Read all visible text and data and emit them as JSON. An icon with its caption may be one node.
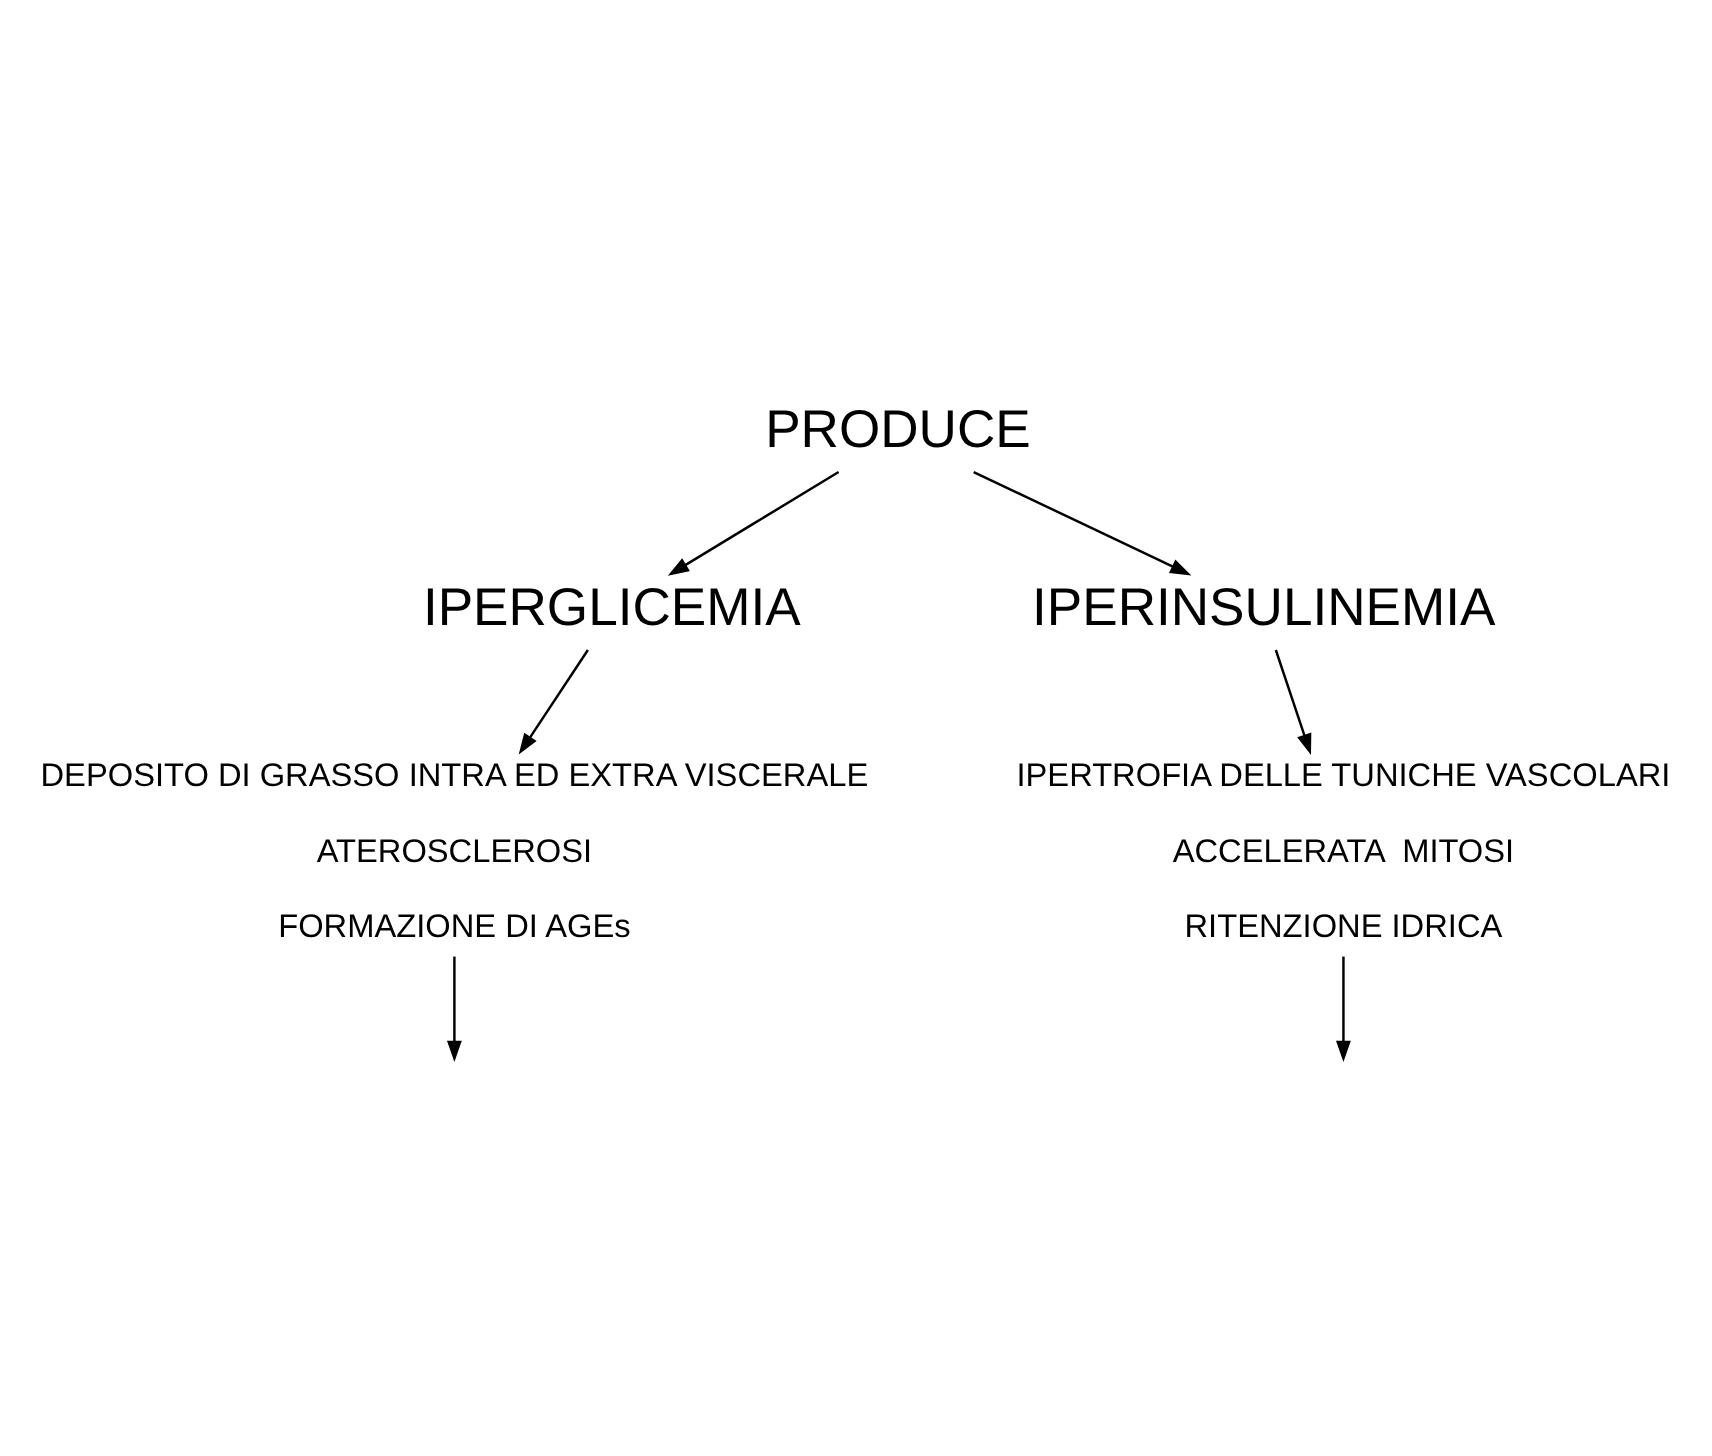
{
  "diagram": {
    "nodes": [
      {
        "text": [
          "PRODUCE"
        ]
      },
      {
        "text": [
          "IPERGLICEMIA"
        ]
      },
      {
        "text": [
          "IPERINSULINEMIA"
        ]
      },
      {
        "text": [
          "DEPOSITO DI GRASSO INTRA ED EXTRA VISCERALE",
          "ATEROSCLEROSI",
          "FORMAZIONE DI AGEs"
        ]
      },
      {
        "text": [
          "IPERTROFIA DELLE TUNICHE VASCOLARI",
          "ACCELERATA  MITOSI",
          "RITENZIONE IDRICA"
        ]
      }
    ],
    "edges": [
      {
        "from": 0,
        "to": 1,
        "arrow": "to"
      },
      {
        "from": 0,
        "to": 2,
        "arrow": "to"
      },
      {
        "from": 1,
        "to": 3,
        "arrow": "to"
      },
      {
        "from": 2,
        "to": 4,
        "arrow": "to"
      },
      {
        "from": 3,
        "to": null,
        "arrow": "to"
      },
      {
        "from": 4,
        "to": null,
        "arrow": "to"
      }
    ]
  }
}
